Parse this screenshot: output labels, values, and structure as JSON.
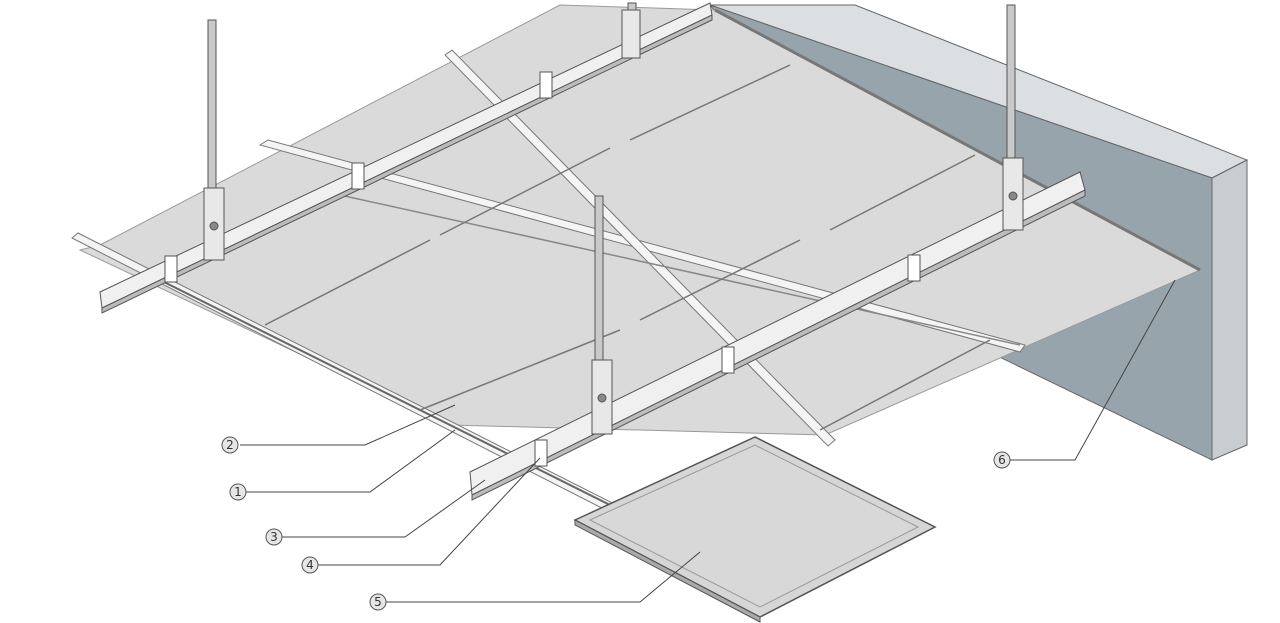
{
  "diagram": {
    "colors": {
      "background": "#ffffff",
      "panel_fill": "#d8d8d8",
      "panel_edge": "#9a9a9a",
      "wall_face": "#98a4ac",
      "wall_side": "#c7cdd1",
      "wall_top": "#dcdfe1",
      "main_runner_top": "#f0f0f0",
      "main_runner_side": "#bcbcbc",
      "cross_tee": "#f4f4f4",
      "rod": "#c9c9c9",
      "outline": "#555555",
      "callout_circle": "#e6e6e6",
      "leader_line": "#444444"
    },
    "callouts": [
      {
        "id": "2",
        "label": "2"
      },
      {
        "id": "1",
        "label": "1"
      },
      {
        "id": "3",
        "label": "3"
      },
      {
        "id": "4",
        "label": "4"
      },
      {
        "id": "5",
        "label": "5"
      },
      {
        "id": "6",
        "label": "6"
      }
    ]
  }
}
